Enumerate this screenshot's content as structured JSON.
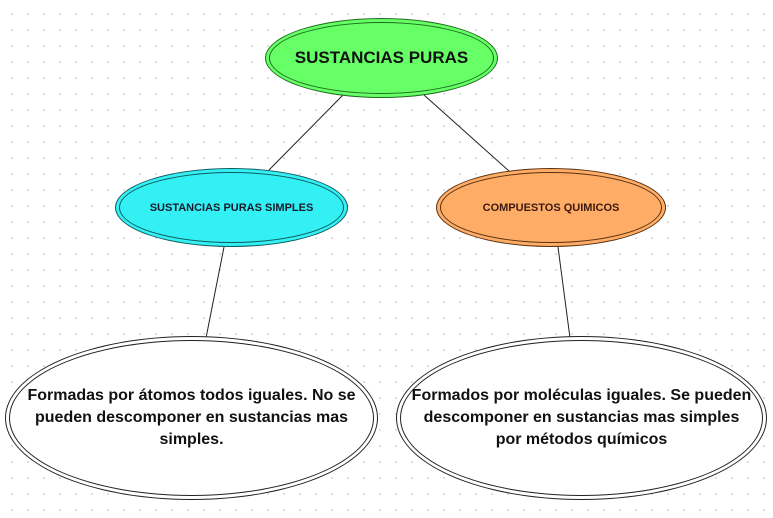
{
  "diagram": {
    "type": "concept-map",
    "root": {
      "label": "SUSTANCIAS PURAS",
      "color": "#66ff66"
    },
    "children": [
      {
        "label": "SUSTANCIAS PURAS SIMPLES",
        "color": "#33f0f5",
        "description": "Formadas por átomos todos iguales. No se pueden descomponer en sustancias mas simples."
      },
      {
        "label": "COMPUESTOS QUIMICOS",
        "color": "#ffad66",
        "description": "Formados por moléculas iguales. Se pueden descomponer en sustancias mas simples por métodos químicos"
      }
    ],
    "edges": [
      [
        "SUSTANCIAS PURAS",
        "SUSTANCIAS PURAS SIMPLES"
      ],
      [
        "SUSTANCIAS PURAS",
        "COMPUESTOS QUIMICOS"
      ],
      [
        "SUSTANCIAS PURAS SIMPLES",
        "Formadas por átomos todos iguales..."
      ],
      [
        "COMPUESTOS QUIMICOS",
        "Formados por moléculas iguales..."
      ]
    ]
  }
}
